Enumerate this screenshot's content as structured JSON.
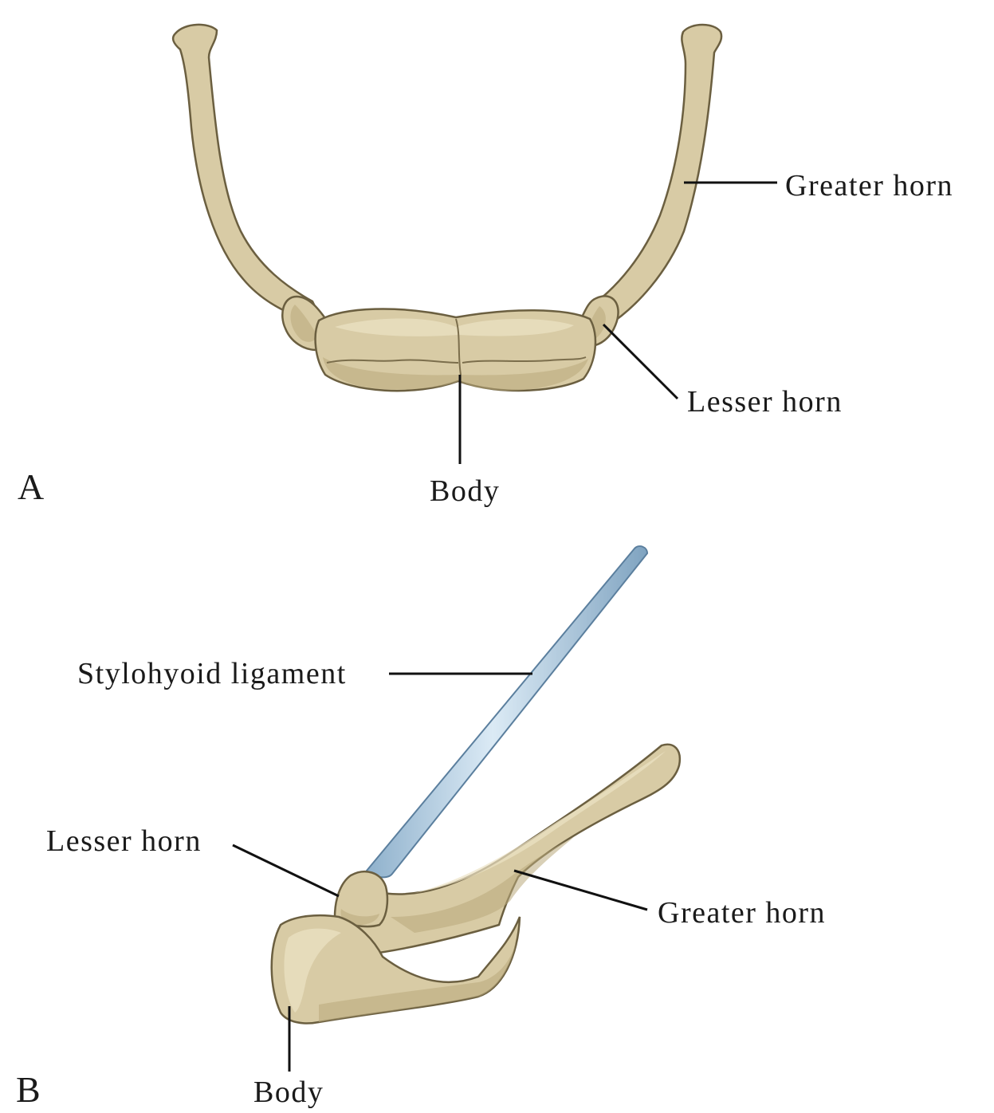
{
  "panel_a": {
    "letter": "A",
    "labels": {
      "greater_horn": "Greater horn",
      "lesser_horn": "Lesser horn",
      "body": "Body"
    }
  },
  "panel_b": {
    "letter": "B",
    "labels": {
      "stylohyoid_ligament": "Stylohyoid ligament",
      "lesser_horn": "Lesser horn",
      "greater_horn": "Greater horn",
      "body": "Body"
    }
  },
  "colors": {
    "bone": "#d8cba5",
    "bone_outline": "#6b5f40",
    "ligament": "#a9c6dc",
    "text": "#1a1a1a"
  }
}
